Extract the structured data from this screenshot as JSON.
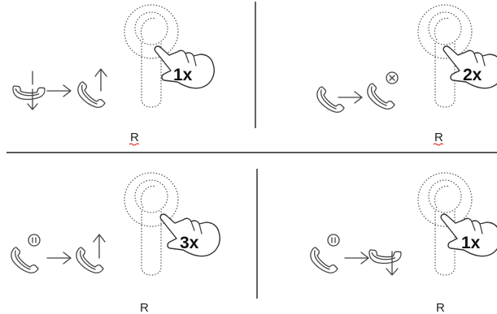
{
  "panels": [
    {
      "id": "top-left",
      "tap_count": "1x",
      "label": "R",
      "action": "accept-call"
    },
    {
      "id": "top-right",
      "tap_count": "2x",
      "label": "R",
      "action": "reject-call"
    },
    {
      "id": "bottom-left",
      "tap_count": "3x",
      "label": "R",
      "action": "resume-held-call"
    },
    {
      "id": "bottom-right",
      "tap_count": "1x",
      "label": "R",
      "action": "end-held-call"
    }
  ],
  "icons": {
    "handset": "phone-handset-icon",
    "arrow": "arrow-right-icon",
    "device": "remote-device-icon",
    "hand": "pointing-hand-icon",
    "hold": "hold-icon",
    "reject": "reject-x-icon"
  }
}
